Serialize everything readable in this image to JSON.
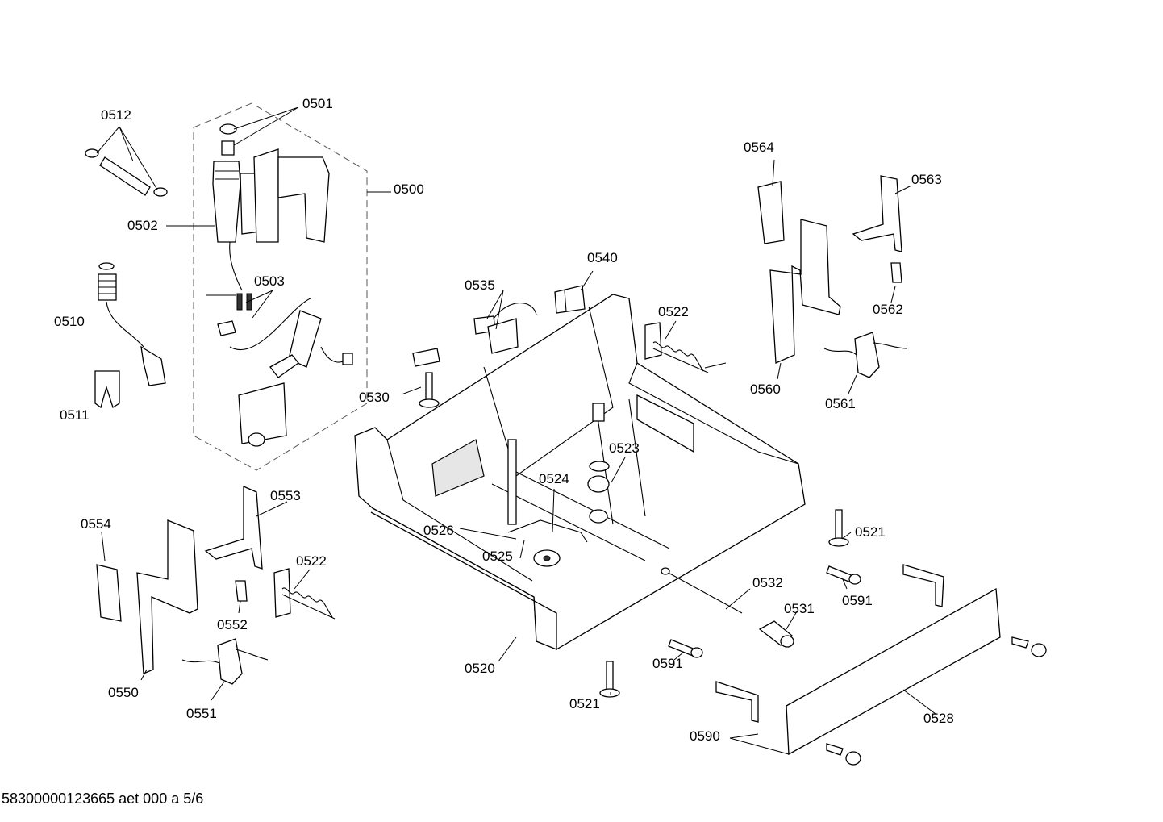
{
  "document": {
    "footer_text": "58300000123665 aet 000 a 5/6"
  },
  "labels": {
    "p0500": "0500",
    "p0501": "0501",
    "p0502": "0502",
    "p0503": "0503",
    "p0510": "0510",
    "p0511": "0511",
    "p0512": "0512",
    "p0520": "0520",
    "p0521a": "0521",
    "p0521b": "0521",
    "p0522a": "0522",
    "p0522b": "0522",
    "p0523": "0523",
    "p0524": "0524",
    "p0525": "0525",
    "p0526": "0526",
    "p0528": "0528",
    "p0530": "0530",
    "p0531": "0531",
    "p0532": "0532",
    "p0535": "0535",
    "p0540": "0540",
    "p0550": "0550",
    "p0551": "0551",
    "p0552": "0552",
    "p0553": "0553",
    "p0554": "0554",
    "p0560": "0560",
    "p0561": "0561",
    "p0562": "0562",
    "p0563": "0563",
    "p0564": "0564",
    "p0590": "0590",
    "p0591a": "0591",
    "p0591b": "0591"
  }
}
